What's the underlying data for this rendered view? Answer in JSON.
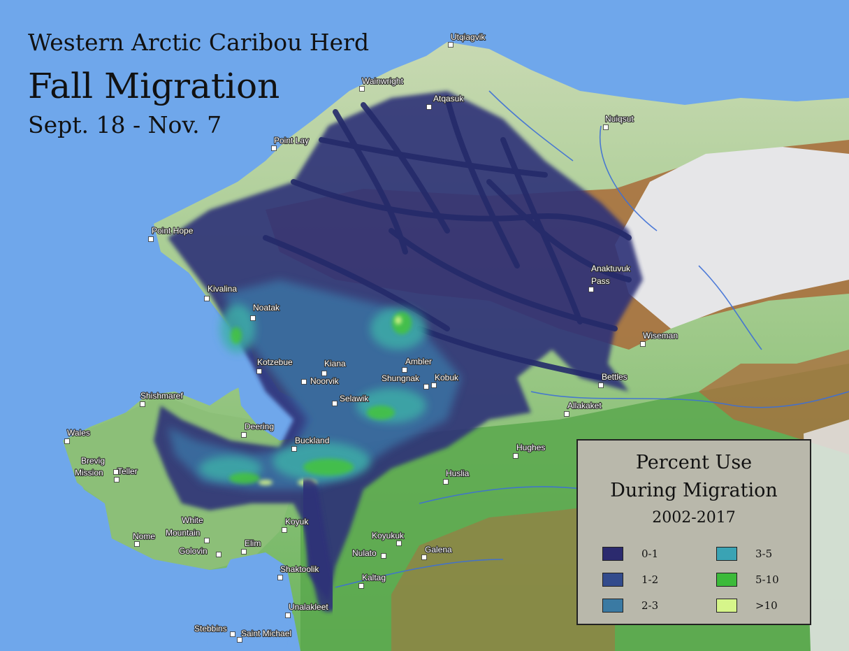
{
  "title": {
    "line1": "Western Arctic Caribou Herd",
    "line2": "Fall Migration",
    "line3": "Sept. 18 - Nov. 7"
  },
  "towns": [
    {
      "name": "Utqiagvik"
    },
    {
      "name": "Wainwright"
    },
    {
      "name": "Atqasuk"
    },
    {
      "name": "Nuiqsut"
    },
    {
      "name": "Point Lay"
    },
    {
      "name": "Point Hope"
    },
    {
      "name": "Anaktuvuk"
    },
    {
      "name": "Pass"
    },
    {
      "name": "Kivalina"
    },
    {
      "name": "Noatak"
    },
    {
      "name": "Wiseman"
    },
    {
      "name": "Kotzebue"
    },
    {
      "name": "Kiana"
    },
    {
      "name": "Ambler"
    },
    {
      "name": "Noorvik"
    },
    {
      "name": "Shungnak"
    },
    {
      "name": "Kobuk"
    },
    {
      "name": "Bettles"
    },
    {
      "name": "Shishmaref"
    },
    {
      "name": "Selawik"
    },
    {
      "name": "Allakaket"
    },
    {
      "name": "Wales"
    },
    {
      "name": "Deering"
    },
    {
      "name": "Buckland"
    },
    {
      "name": "Hughes"
    },
    {
      "name": "Brevig"
    },
    {
      "name": "Mission"
    },
    {
      "name": "Teller"
    },
    {
      "name": "Huslia"
    },
    {
      "name": "White"
    },
    {
      "name": "Mountain"
    },
    {
      "name": "Koyuk"
    },
    {
      "name": "Nome"
    },
    {
      "name": "Elim"
    },
    {
      "name": "Golovin"
    },
    {
      "name": "Koyukuk"
    },
    {
      "name": "Nulato"
    },
    {
      "name": "Galena"
    },
    {
      "name": "Shaktoolik"
    },
    {
      "name": "Kaltag"
    },
    {
      "name": "Unalakleet"
    },
    {
      "name": "Stebbins"
    },
    {
      "name": "Saint Michael"
    }
  ],
  "legend": {
    "title_line1": "Percent Use",
    "title_line2": "During Migration",
    "title_line3": "2002-2017",
    "items": [
      {
        "label": "0-1",
        "color": "#2b2a6e"
      },
      {
        "label": "1-2",
        "color": "#324b8c"
      },
      {
        "label": "2-3",
        "color": "#3a7aa3"
      },
      {
        "label": "3-5",
        "color": "#3aa3b4"
      },
      {
        "label": "5-10",
        "color": "#3cba3a"
      },
      {
        "label": ">10",
        "color": "#d6f58a"
      }
    ]
  },
  "colors": {
    "ocean": "#6fa7eb",
    "tundra": "#9ec68a",
    "lowland": "#4fa64a",
    "mountain_brown": "#a3643a",
    "mountain_snow": "#e8e8ea"
  }
}
